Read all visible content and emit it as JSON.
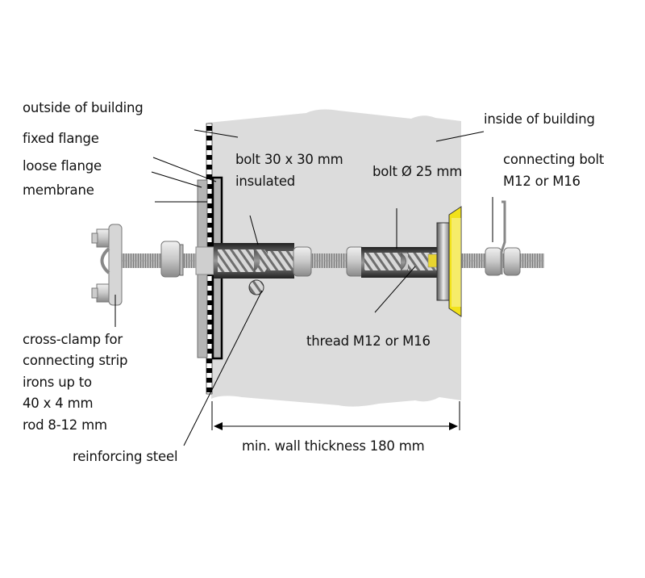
{
  "labels": {
    "outside": "outside of building",
    "fixed_flange": "fixed flange",
    "loose_flange": "loose flange",
    "membrane": "membrane",
    "bolt_insulated_1": "bolt 30 x 30 mm",
    "bolt_insulated_2": "insulated",
    "bolt_25": "bolt Ø 25 mm",
    "inside": "inside of building",
    "connecting_bolt_1": "connecting bolt",
    "connecting_bolt_2": "M12 or M16",
    "thread": "thread M12 or M16",
    "cross_clamp": [
      "cross-clamp for",
      "connecting strip",
      "irons up to",
      "40 x 4 mm",
      "rod 8-12 mm"
    ],
    "reinforcing_steel": "reinforcing steel",
    "wall_thickness": "min. wall thickness 180 mm"
  },
  "colors": {
    "wall": "#dcdcdc",
    "flange": "#b4b4b4",
    "seal": "#f2e21a",
    "line": "#000000"
  }
}
